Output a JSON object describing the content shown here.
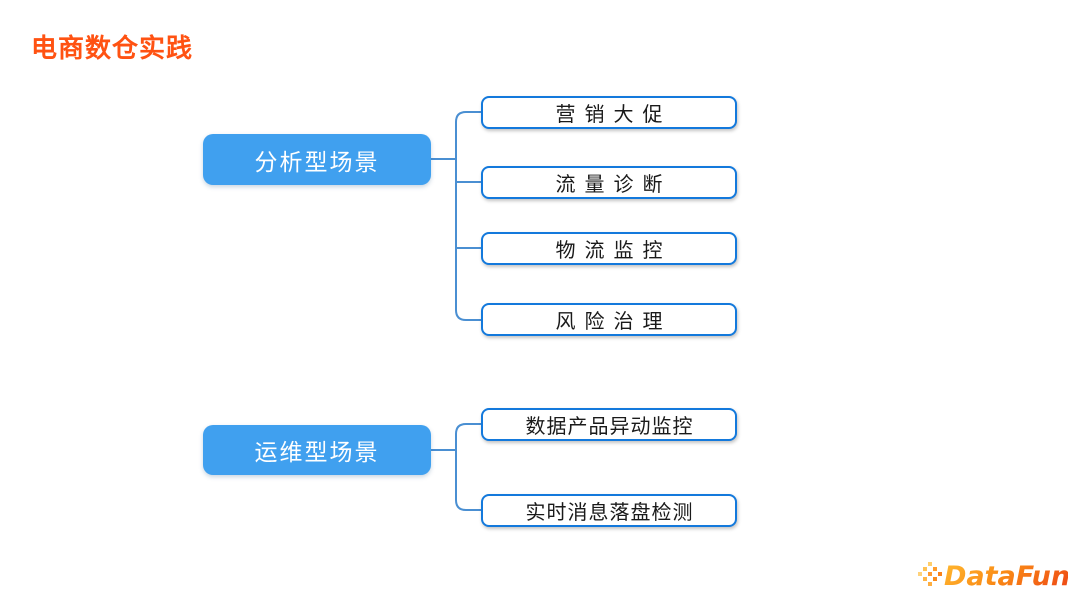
{
  "slide": {
    "title": "电商数仓实践",
    "brand": "DataFun."
  },
  "colors": {
    "title_orange": "#FF5212",
    "parent_node_fill": "#40A0EF",
    "parent_node_text": "#FFFFFF",
    "leaf_border_blue": "#1379DC",
    "leaf_text": "#1A1A1A",
    "connector_blue": "#4A8FD2",
    "logo_gradient_start": "#FFB930",
    "logo_gradient_mid": "#FA8B16",
    "logo_gradient_end": "#EF4F15"
  },
  "mindmap": {
    "groups": [
      {
        "label": "分析型场景",
        "children": [
          {
            "label": "营销大促"
          },
          {
            "label": "流量诊断"
          },
          {
            "label": "物流监控"
          },
          {
            "label": "风险治理"
          }
        ]
      },
      {
        "label": "运维型场景",
        "children": [
          {
            "label": "数据产品异动监控"
          },
          {
            "label": "实时消息落盘检测"
          }
        ]
      }
    ]
  }
}
